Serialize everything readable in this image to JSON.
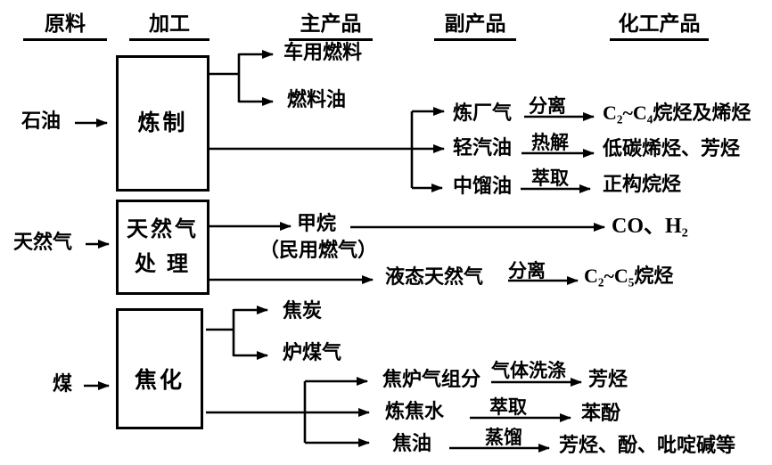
{
  "columns": {
    "raw_material": "原料",
    "processing": "加工",
    "main_product": "主产品",
    "byproduct": "副产品",
    "chemical_product": "化工产品"
  },
  "petroleum": {
    "raw": "石油",
    "process": "炼制",
    "main_products": {
      "vehicle_fuel": "车用燃料",
      "fuel_oil": "燃料油"
    },
    "byproducts": {
      "refinery_gas": {
        "name": "炼厂气",
        "op": "分离",
        "product": "C₂~C₄烷烃及烯烃"
      },
      "light_gasoline": {
        "name": "轻汽油",
        "op": "热解",
        "product": "低碳烯烃、芳烃"
      },
      "middle_distillate": {
        "name": "中馏油",
        "op": "萃取",
        "product": "正构烷烃"
      }
    }
  },
  "natural_gas": {
    "raw": "天然气",
    "process_line1": "天然气",
    "process_line2": "处 理",
    "methane": {
      "name": "甲烷",
      "note": "（民用燃气）",
      "product": "CO、H₂"
    },
    "lng": {
      "name": "液态天然气",
      "op": "分离",
      "product": "C₂~C₅烷烃"
    }
  },
  "coal": {
    "raw": "煤",
    "process": "焦化",
    "main_products": {
      "coke": "焦炭",
      "furnace_gas": "炉煤气"
    },
    "byproducts": {
      "coke_oven_gas": {
        "name": "焦炉气组分",
        "op": "气体洗涤",
        "product": "芳烃"
      },
      "coking_water": {
        "name": "炼焦水",
        "op": "萃取",
        "product": "苯酚"
      },
      "coal_tar": {
        "name": "焦油",
        "op": "蒸馏",
        "product": "芳烃、酚、吡啶碱等"
      }
    }
  }
}
